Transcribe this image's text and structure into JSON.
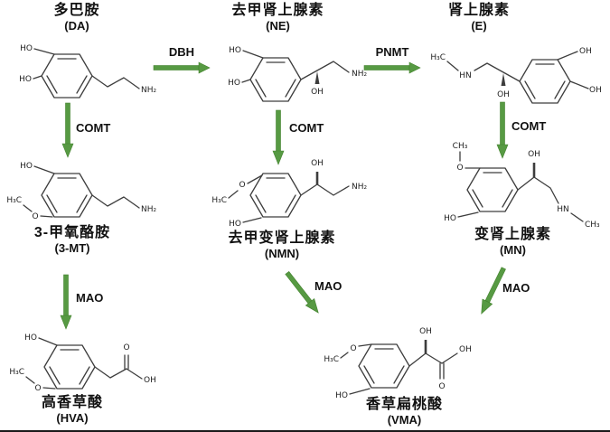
{
  "compounds": {
    "da": {
      "name": "多巴胺",
      "abbr": "(DA)"
    },
    "ne": {
      "name": "去甲肾上腺素",
      "abbr": "(NE)"
    },
    "e": {
      "name": "肾上腺素",
      "abbr": "(E)"
    },
    "mt3": {
      "name": "3-甲氧酪胺",
      "abbr": "(3-MT)"
    },
    "nmn": {
      "name": "去甲变肾上腺素",
      "abbr": "(NMN)"
    },
    "mn": {
      "name": "变肾上腺素",
      "abbr": "(MN)"
    },
    "hva": {
      "name": "高香草酸",
      "abbr": "(HVA)"
    },
    "vma": {
      "name": "香草扁桃酸",
      "abbr": "(VMA)"
    }
  },
  "enzymes": {
    "dbh": "DBH",
    "pnmt": "PNMT",
    "comt": "COMT",
    "mao": "MAO"
  },
  "chem": {
    "ho": "HO",
    "oh": "OH",
    "nh2": "NH₂",
    "h3c": "H₃C",
    "ch3": "CH₃",
    "o": "O",
    "hn": "HN"
  },
  "colors": {
    "arrow_green": "#579a43",
    "bond_gray": "#3d3d3d",
    "text_black": "#111111"
  }
}
